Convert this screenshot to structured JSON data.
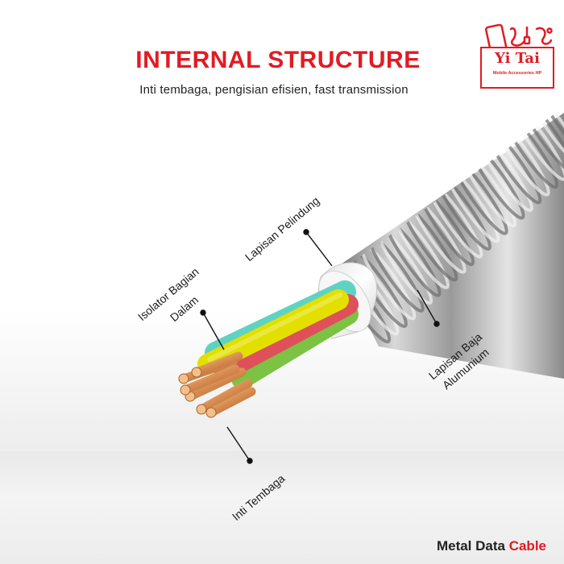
{
  "header": {
    "title": "INTERNAL STRUCTURE",
    "subtitle": "Inti tembaga, pengisian efisien, fast transmission"
  },
  "logo": {
    "name": "Yi Tai",
    "tagline": "Mobile Accessories HP"
  },
  "callouts": {
    "lapisan_pelindung": "Lapisan Pelindung",
    "isolator_line1": "Isolator Bagian",
    "isolator_line2": "Dalam",
    "lapisan_baja_line1": "Lapisan Baja",
    "lapisan_baja_line2": "Alumunium",
    "inti_tembaga": "Inti Tembaga"
  },
  "footer": {
    "prefix": "Metal Data ",
    "highlight": "Cable"
  },
  "colors": {
    "brand_red": "#e21b23",
    "wire_green": "#7cc243",
    "wire_yellow": "#e3e000",
    "wire_red": "#e0505a",
    "wire_cyan": "#5fd3c3",
    "copper": "#d9925a",
    "insulation": "#f4f4f4"
  }
}
